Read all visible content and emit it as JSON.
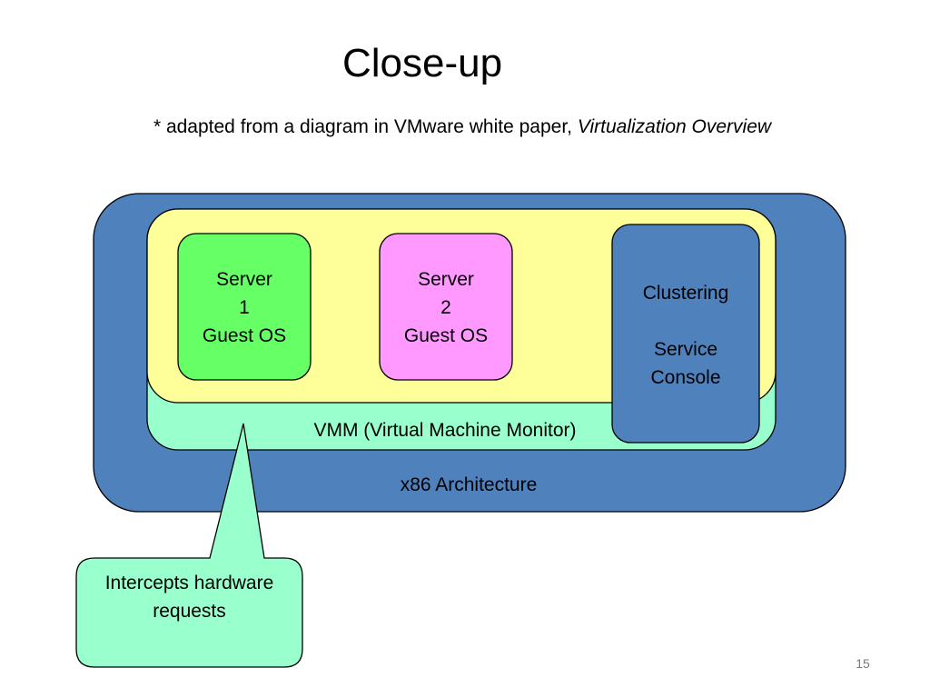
{
  "slide": {
    "title": "Close-up",
    "subtitle_prefix": "* adapted from a diagram in VMware white paper, ",
    "subtitle_italic": "Virtualization Overview",
    "page_number": "15"
  },
  "diagram": {
    "architecture_label": "x86 Architecture",
    "vmm_label": "VMM (Virtual Machine Monitor)",
    "server1": {
      "line1": "Server",
      "line2": "1",
      "line3": "Guest OS"
    },
    "server2": {
      "line1": "Server",
      "line2": "2",
      "line3": "Guest OS"
    },
    "service": {
      "line1": "Clustering",
      "line2": "Service",
      "line3": "Console"
    },
    "callout": {
      "line1": "Intercepts hardware",
      "line2": "requests"
    }
  },
  "colors": {
    "architecture": "#4f81bd",
    "vmm": "#99ffcc",
    "vm_area": "#ffff99",
    "server1": "#66ff66",
    "server2": "#ff99ff",
    "service": "#4f81bd",
    "callout": "#99ffcc"
  }
}
